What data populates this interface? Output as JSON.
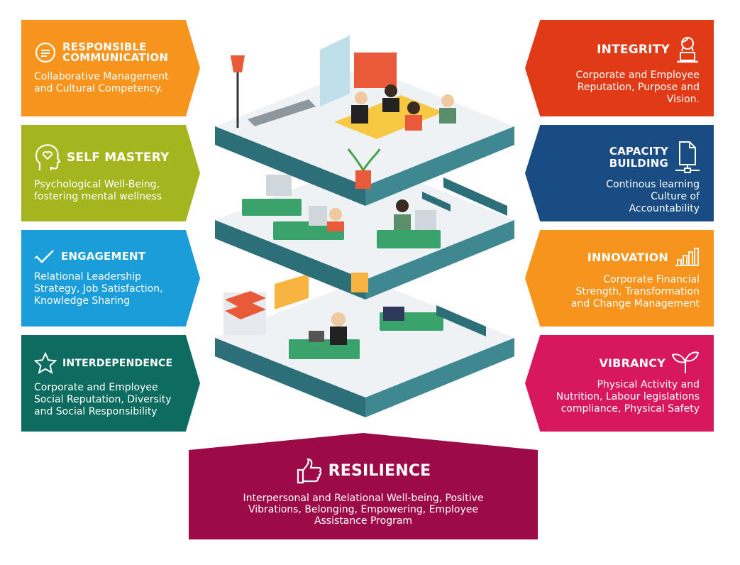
{
  "left_cards": [
    {
      "title": "RESPONSIBLE COMMUNICATION",
      "desc": "Collaborative Management and Cultural Competency.",
      "color": "#f7941d",
      "icon": "chat-icon"
    },
    {
      "title": "SELF MASTERY",
      "desc": "Psychological Well-Being, fostering mental wellness",
      "color": "#a4b51f",
      "icon": "head-heart-icon"
    },
    {
      "title": "ENGAGEMENT",
      "desc": "Relational Leadership Strategy, Job Satisfaction, Knowledge Sharing",
      "color": "#1b9dd9",
      "icon": "check-icon"
    },
    {
      "title": "INTERDEPENDENCE",
      "desc": "Corporate and Employee Social Reputation, Diversity and Social Responsibility",
      "color": "#0e6b5f",
      "icon": "star-icon"
    }
  ],
  "right_cards": [
    {
      "title": "INTEGRITY",
      "desc": "Corporate and Employee Reputation, Purpose and Vision.",
      "color": "#e03a17",
      "icon": "person-laptop-icon"
    },
    {
      "title": "CAPACITY BUILDING",
      "desc": "Continous learning Culture of Accountability",
      "color": "#1a4c84",
      "icon": "document-network-icon"
    },
    {
      "title": "INNOVATION",
      "desc": "Corporate Financial Strength, Transformation and Change Management",
      "color": "#f7941d",
      "icon": "bar-chart-icon"
    },
    {
      "title": "VIBRANCY",
      "desc": "Physical Activity and Nutrition, Labour legislations compliance, Physical Safety",
      "color": "#d7185f",
      "icon": "sprout-icon"
    }
  ],
  "resilience": {
    "title": "RESILIENCE",
    "desc": "Interpersonal and Relational Well-being, Positive Vibrations, Belonging, Empowering, Employee Assistance Program",
    "color": "#9c0b47",
    "icon": "thumbs-up-icon"
  }
}
